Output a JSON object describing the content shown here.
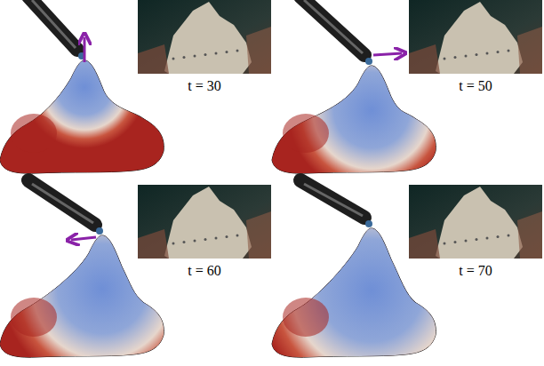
{
  "diagram": {
    "labels": [
      "t = 30",
      "t = 50",
      "t = 60",
      "t = 70"
    ]
  }
}
